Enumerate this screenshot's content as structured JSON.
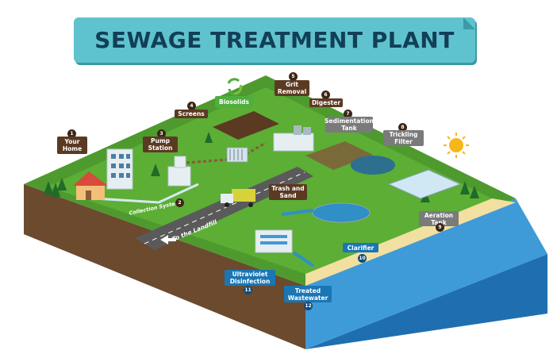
{
  "title": "SEWAGE TREATMENT PLANT",
  "road_label": "To the Landfill",
  "pipe_label": "Collection System",
  "steps": [
    {
      "num": "1",
      "label": "Your Home"
    },
    {
      "num": "2",
      "label": "Collection System"
    },
    {
      "num": "3",
      "label": "Pump Station"
    },
    {
      "num": "4",
      "label": "Screens"
    },
    {
      "num": "5",
      "label": "Grit Removal"
    },
    {
      "num": "6",
      "label": "Digester"
    },
    {
      "num": "7",
      "label": "Sedimentation Tank"
    },
    {
      "num": "8",
      "label": "Trickling Filter"
    },
    {
      "num": "9",
      "label": "Aeration Tank"
    },
    {
      "num": "10",
      "label": "Clarifier"
    },
    {
      "num": "11",
      "label": "Ultraviolet Disinfection"
    },
    {
      "num": "12",
      "label": "Treated Wastewater"
    }
  ],
  "extras": {
    "biosolids": "Biosolids",
    "trash": "Trash and Sand"
  },
  "colors": {
    "banner": "#5fc3cf",
    "title_text": "#123f57",
    "grass": "#4e9a2f",
    "soil": "#6b4a2e",
    "water": "#3f9ad8",
    "label_brown": "#5b3a22",
    "label_blue": "#1a76b5",
    "label_green": "#4fae3d",
    "label_grey": "#7a7a7a"
  },
  "icons": [
    "recycle-icon",
    "sun-icon",
    "arrow-left-icon"
  ]
}
